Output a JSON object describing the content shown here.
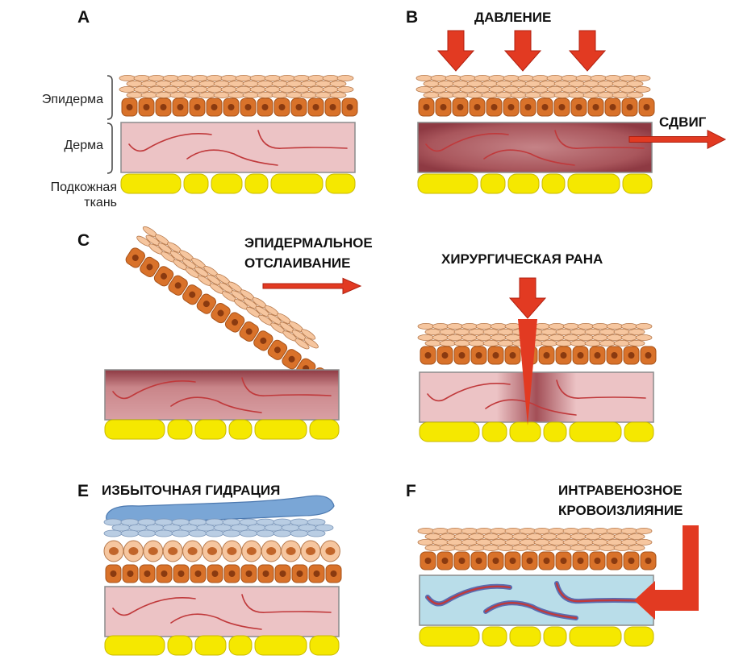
{
  "figure": {
    "panels": {
      "A": {
        "letter": "A"
      },
      "B": {
        "letter": "B",
        "pressure": "ДАВЛЕНИЕ",
        "shear": "СДВИГ"
      },
      "C": {
        "letter": "C",
        "stripping_line1": "ЭПИДЕРМАЛЬНОЕ",
        "stripping_line2": "ОТСЛАИВАНИЕ"
      },
      "D": {
        "surgical": "ХИРУРГИЧЕСКАЯ РАНА"
      },
      "E": {
        "letter": "E",
        "overhydration": "ИЗБЫТОЧНАЯ ГИДРАЦИЯ"
      },
      "F": {
        "letter": "F",
        "infiltration_line1": "ИНТРАВЕНОЗНОЕ",
        "infiltration_line2": "КРОВОИЗЛИЯНИЕ"
      }
    },
    "legend": {
      "epidermis": "Эпидерма",
      "dermis": "Дерма",
      "subcutis_line1": "Подкожная",
      "subcutis_line2": "ткань"
    },
    "colors": {
      "cell_top": "#f6c69f",
      "cell_basal": "#d9722a",
      "nucleus": "#8a3a10",
      "dermis": "#ecc3c5",
      "dermis_inflamed": "#c98589",
      "fibers": "#c0393b",
      "fat": "#f5e800",
      "arrow": "#e23a22",
      "hydration": "#7aa6d6",
      "infiltration": "#b9dde9"
    }
  }
}
